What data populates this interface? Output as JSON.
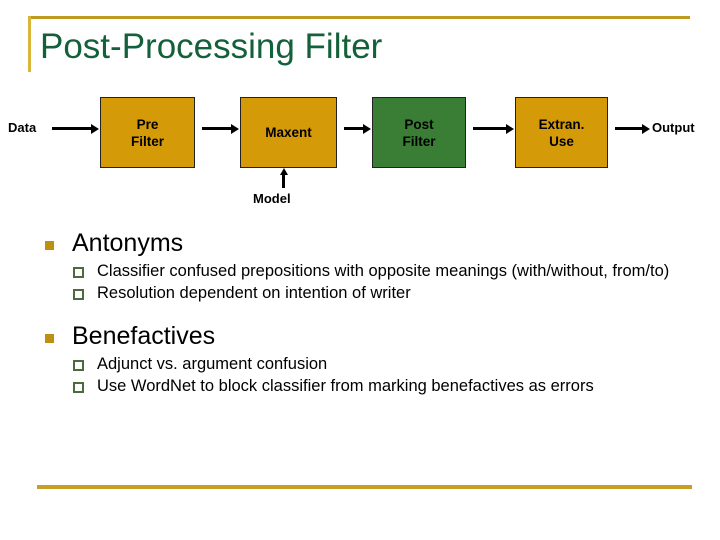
{
  "slide": {
    "title": "Post-Processing Filter",
    "accent_gold": "#bf9a21",
    "accent_green": "#13603a"
  },
  "diagram": {
    "input_label": "Data",
    "output_label": "Output",
    "side_label": "Model",
    "boxes": [
      {
        "line1": "Pre",
        "line2": "Filter",
        "color": "#d49a08"
      },
      {
        "line1": "Maxent",
        "line2": "",
        "color": "#d49a08"
      },
      {
        "line1": "Post",
        "line2": "Filter",
        "color": "#3a7d34"
      },
      {
        "line1": "Extran.",
        "line2": "Use",
        "color": "#d49a08"
      }
    ]
  },
  "body": {
    "sections": [
      {
        "heading": "Antonyms",
        "points": [
          "Classifier confused prepositions with opposite meanings (with/without, from/to)",
          "Resolution dependent on intention of writer"
        ]
      },
      {
        "heading": "Benefactives",
        "points": [
          "Adjunct vs. argument confusion",
          "Use WordNet to block classifier from marking benefactives as errors"
        ]
      }
    ]
  }
}
